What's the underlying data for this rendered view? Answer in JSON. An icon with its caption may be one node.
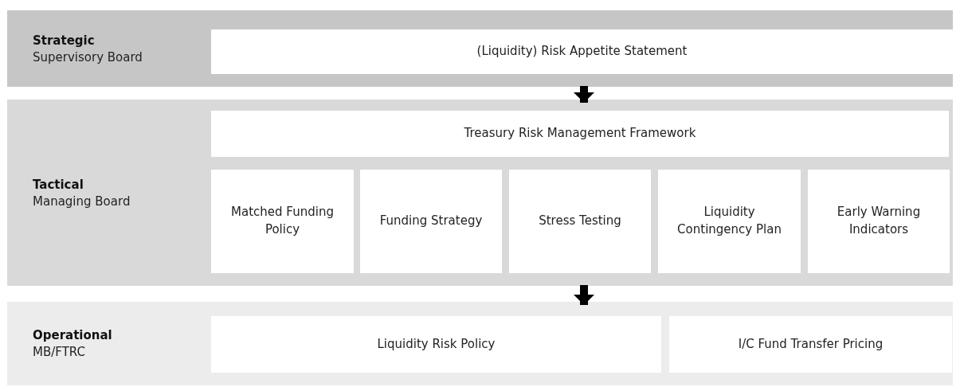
{
  "diagram": {
    "nodes": [
      {
        "text": [
          "Strategic",
          "Supervisory Board"
        ]
      },
      {
        "text": [
          "(Liquidity) Risk Appetite Statement"
        ],
        "in": 0
      },
      {
        "text": [
          "Tactical",
          "Managing Board"
        ]
      },
      {
        "text": [
          "Treasury Risk Management Framework"
        ],
        "in": 2
      },
      {
        "text": [
          "Matched Funding Policy"
        ],
        "in": 2
      },
      {
        "text": [
          "Funding Strategy"
        ],
        "in": 2
      },
      {
        "text": [
          "Stress Testing"
        ],
        "in": 2
      },
      {
        "text": [
          "Liquidity Contingency Plan"
        ],
        "in": 2
      },
      {
        "text": [
          "Early Warning Indicators"
        ],
        "in": 2
      },
      {
        "text": [
          "Operational",
          "MB/FTRC"
        ]
      },
      {
        "text": [
          "Liquidity Risk Policy"
        ],
        "in": 9
      },
      {
        "text": [
          "I/C Fund Transfer Pricing"
        ],
        "in": 9
      }
    ],
    "edges": [
      {
        "from": 0,
        "to": 2,
        "arrow": "to"
      },
      {
        "from": 2,
        "to": 9,
        "arrow": "to"
      }
    ]
  }
}
